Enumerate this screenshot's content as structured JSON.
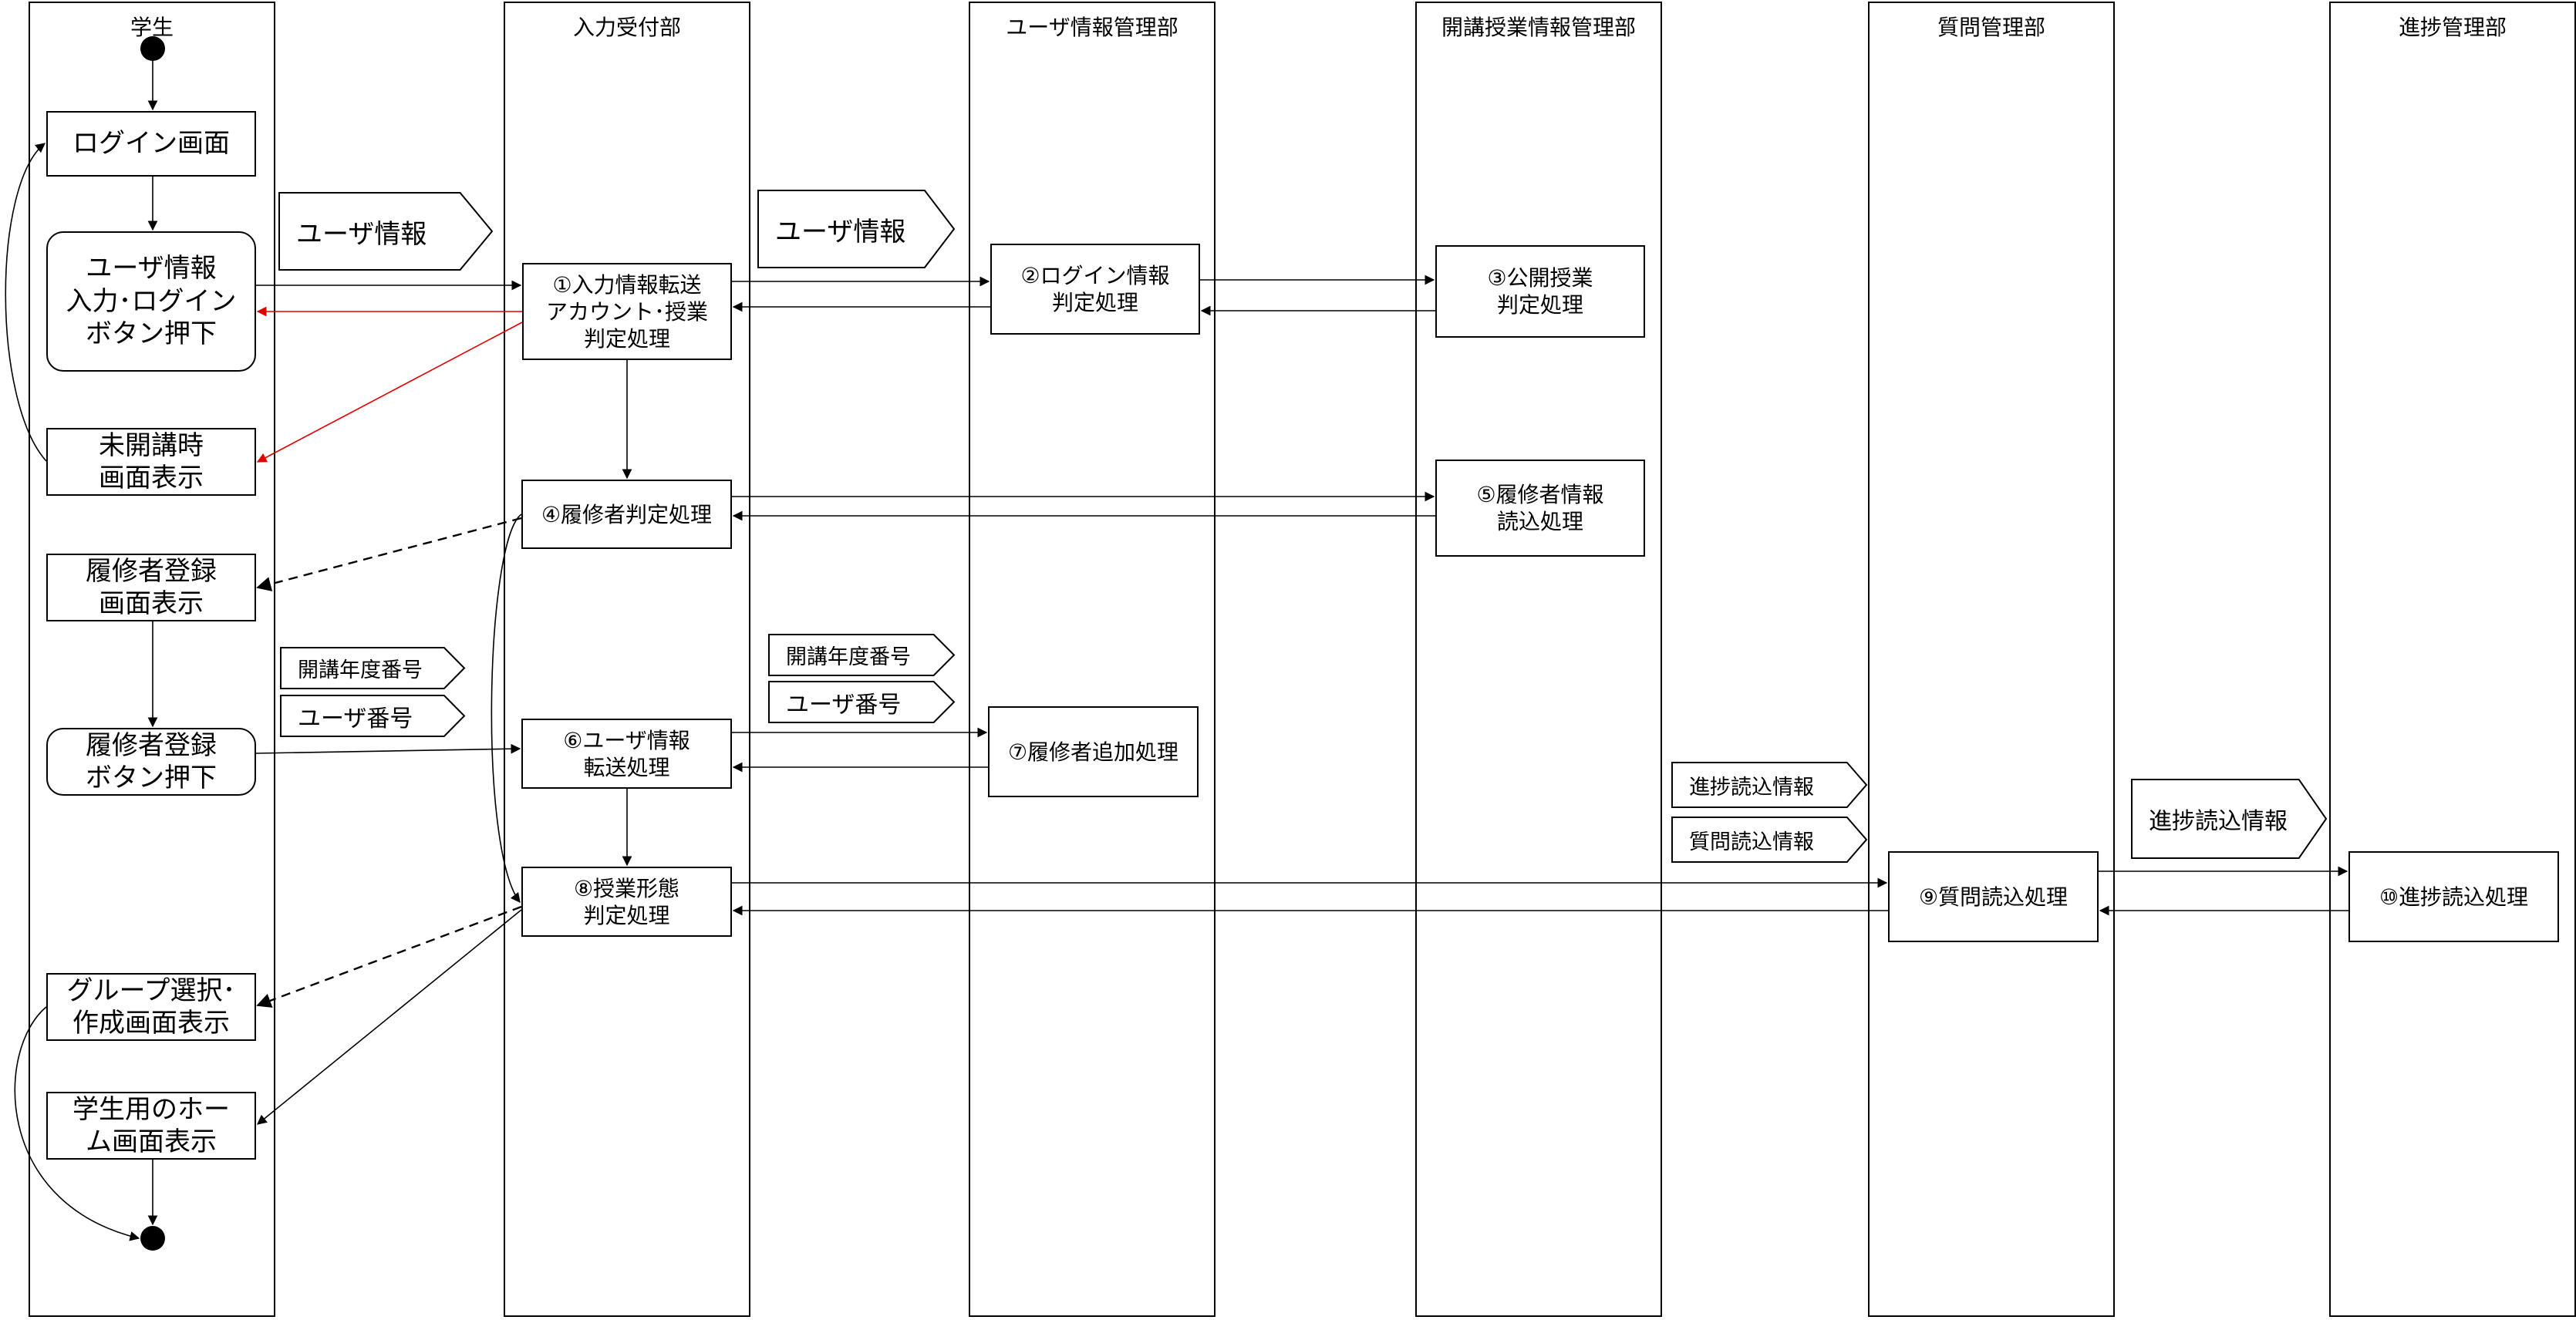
{
  "lanes": {
    "student": "学生",
    "input": "入力受付部",
    "user": "ユーザ情報管理部",
    "course": "開講授業情報管理部",
    "question": "質問管理部",
    "progress": "進捗管理部"
  },
  "student_boxes": {
    "login_screen": "ログイン画面",
    "login_input": "ユーザ情報\n入力･ログイン\nボタン押下",
    "not_open": "未開講時\n画面表示",
    "register_screen": "履修者登録\n画面表示",
    "register_button": "履修者登録\nボタン押下",
    "group_screen": "グループ選択･\n作成画面表示",
    "home_screen": "学生用のホー\nム画面表示"
  },
  "process_boxes": {
    "p1": "①入力情報転送\nアカウント･授業\n判定処理",
    "p2": "②ログイン情報\n判定処理",
    "p3": "③公開授業\n判定処理",
    "p4": "④履修者判定処理",
    "p5": "⑤履修者情報\n読込処理",
    "p6": "⑥ユーザ情報\n転送処理",
    "p7": "⑦履修者追加処理",
    "p8": "⑧授業形態\n判定処理",
    "p9": "⑨質問読込処理",
    "p10": "⑩進捗読込処理"
  },
  "data_tags": {
    "user_info_1": "ユーザ情報",
    "user_info_2": "ユーザ情報",
    "year_number_1": "開講年度番号",
    "user_number_1": "ユーザ番号",
    "year_number_2": "開講年度番号",
    "user_number_2": "ユーザ番号",
    "progress_read_1": "進捗読込情報",
    "question_read": "質問読込情報",
    "progress_read_2": "進捗読込情報"
  },
  "colors": {
    "line": "#000000",
    "error_arrow": "#e00000"
  }
}
